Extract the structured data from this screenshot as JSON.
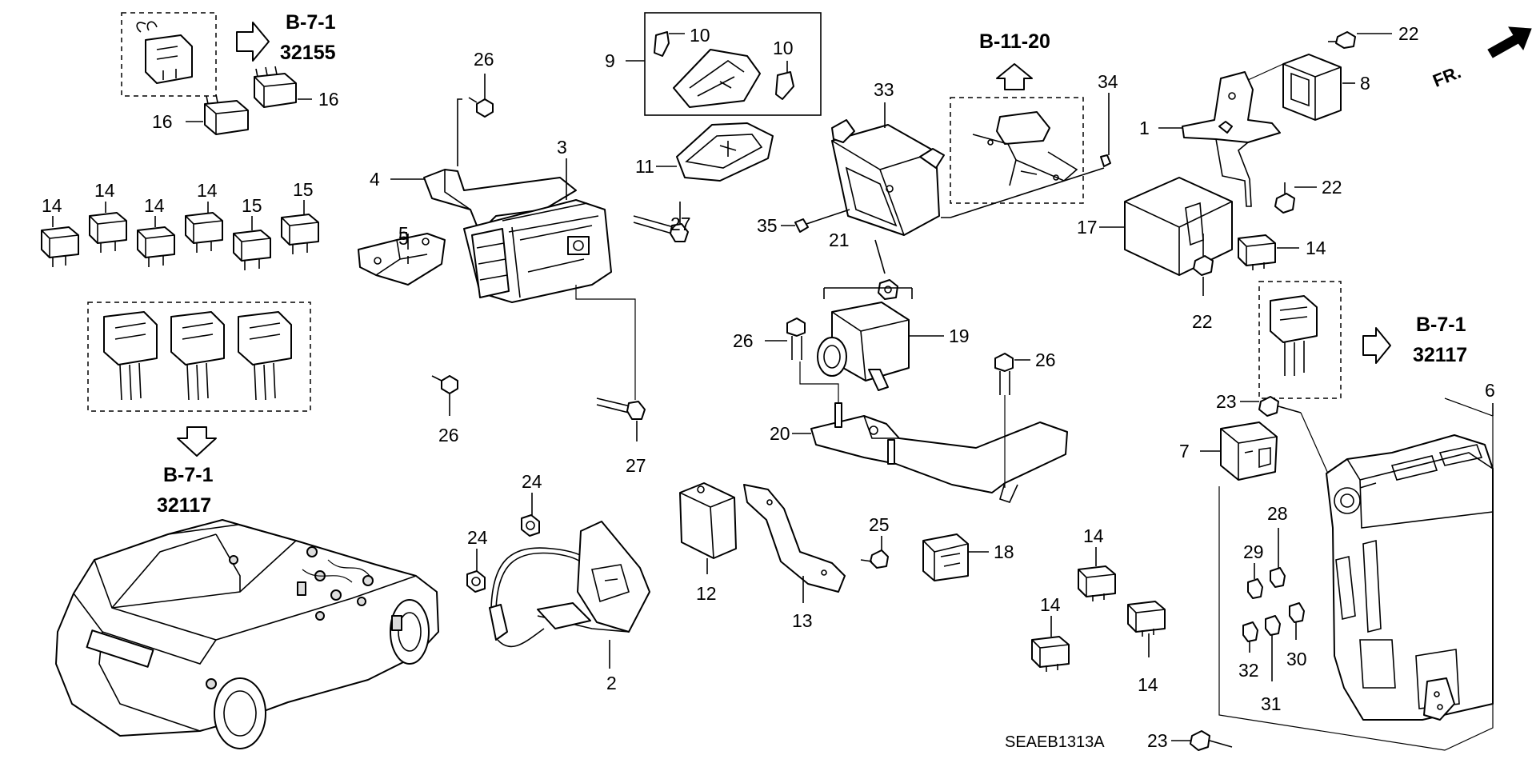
{
  "labels": {
    "n1": "1",
    "n2": "2",
    "n3": "3",
    "n4": "4",
    "n5": "5",
    "n6": "6",
    "n7": "7",
    "n8": "8",
    "n9": "9",
    "n10": "10",
    "n11": "11",
    "n12": "12",
    "n13": "13",
    "n14": "14",
    "n15": "15",
    "n16": "16",
    "n17": "17",
    "n18": "18",
    "n19": "19",
    "n20": "20",
    "n21": "21",
    "n22": "22",
    "n23": "23",
    "n24": "24",
    "n25": "25",
    "n26": "26",
    "n27": "27",
    "n28": "28",
    "n29": "29",
    "n30": "30",
    "n31": "31",
    "n32": "32",
    "n33": "33",
    "n34": "34",
    "n35": "35"
  },
  "refs": {
    "b71": "B-7-1",
    "b1120": "B-11-20",
    "r32155": "32155",
    "r32117": "32117"
  },
  "diagram_code": "SEAEB1313A",
  "front_marker": "FR."
}
